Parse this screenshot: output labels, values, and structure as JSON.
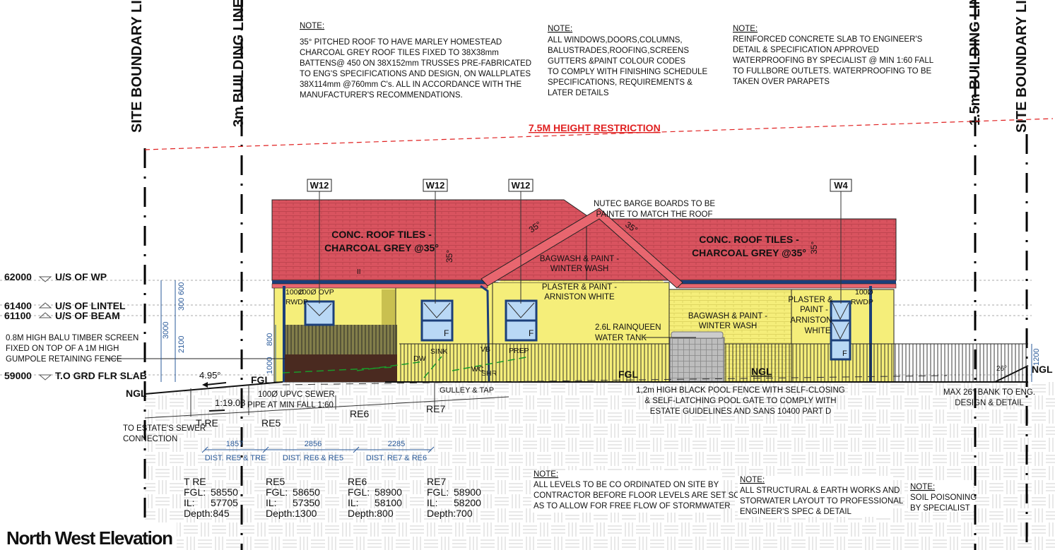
{
  "title": "North West Elevation",
  "boundary_labels": {
    "left_site": "SITE BOUNDARY LINE",
    "left_building": "3m BUILDING LINE",
    "right_building": "1.5m BUILDING LINE",
    "right_site": "SITE BOUNDARY LINE"
  },
  "height_restriction": "7.5M HEIGHT RESTRICTION",
  "top_notes": [
    {
      "heading": "NOTE:",
      "lines": [
        "35° PITCHED ROOF TO HAVE MARLEY HOMESTEAD",
        "CHARCOAL GREY ROOF TILES FIXED TO 38X38mm",
        "BATTENS@ 450 ON 38X152mm TRUSSES PRE-FABRICATED",
        "TO ENG'S SPECIFICATIONS AND DESIGN, ON WALLPLATES",
        "38X114mm @760mm C's.  ALL IN ACCORDANCE WITH THE",
        "MANUFACTURER'S RECOMMENDATIONS."
      ]
    },
    {
      "heading": "NOTE:",
      "lines": [
        "ALL WINDOWS,DOORS,COLUMNS,",
        "BALUSTRADES,ROOFING,SCREENS",
        "GUTTERS &PAINT COLOUR CODES",
        "TO COMPLY WITH FINISHING SCHEDULE",
        "SPECIFICATIONS,  REQUIREMENTS &",
        "LATER DETAILS"
      ]
    },
    {
      "heading": "NOTE:",
      "lines": [
        "REINFORCED CONCRETE SLAB TO ENGINEER'S",
        "DETAIL & SPECIFICATION APPROVED",
        "WATERPROOFING BY SPECIALIST @ MIN 1:60 FALL",
        "TO FULLBORE OUTLETS. WATERPROOFING TO BE",
        "TAKEN OVER PARAPETS"
      ]
    }
  ],
  "bottom_notes": [
    {
      "heading": "NOTE:",
      "lines": [
        "ALL LEVELS TO BE CO ORDINATED ON SITE BY",
        "CONTRACTOR BEFORE FLOOR LEVELS ARE SET SO",
        "AS TO ALLOW FOR FREE FLOW OF STORMWATER"
      ]
    },
    {
      "heading": "NOTE:",
      "lines": [
        "ALL STRUCTURAL & EARTH WORKS AND",
        "STORWATER LAYOUT TO PROFESSIONAL",
        "ENGINEER'S SPEC & DETAIL"
      ]
    },
    {
      "heading": "NOTE:",
      "lines": [
        "SOIL POISONING",
        "BY SPECIALIST"
      ]
    }
  ],
  "levels": [
    {
      "value": "62000",
      "label": "U/S OF WP"
    },
    {
      "value": "61400",
      "label": "U/S OF LINTEL"
    },
    {
      "value": "61100",
      "label": "U/S OF BEAM"
    },
    {
      "value": "59000",
      "label": "T.O GRD FLR SLAB"
    }
  ],
  "window_tags": [
    "W12",
    "W12",
    "W12",
    "W4"
  ],
  "roof_labels": {
    "left": [
      "CONC. ROOF TILES -",
      "CHARCOAL GREY @35°"
    ],
    "right": [
      "CONC. ROOF TILES -",
      "CHARCOAL GREY @35°"
    ],
    "pitch": "35°",
    "barge": [
      "NUTEC BARGE BOARDS TO BE",
      "PAINTE TO MATCH THE ROOF"
    ]
  },
  "wall_labels": {
    "gable": [
      "BAGWASH & PAINT -",
      "WINTER WASH"
    ],
    "mid": [
      "PLASTER & PAINT -",
      "ARNISTON WHITE"
    ],
    "right": [
      "BAGWASH & PAINT -",
      "WINTER WASH"
    ],
    "far_right": [
      "PLASTER &",
      "PAINT -",
      "ARNISTON",
      "WHITE"
    ],
    "tank": [
      "2.6L RAINQUEEN",
      "WATER TANK"
    ]
  },
  "fixtures": {
    "rwdp_left": [
      "100Ø",
      "RWDP"
    ],
    "ovp": "100Ø OVP",
    "rwdp_right": [
      "100Ø",
      "RWDP"
    ],
    "sink": "SINK",
    "dw": "DW",
    "vb": "VB",
    "wc": "WC",
    "shr": "SHR",
    "prep": "PREP",
    "gulley": "GULLEY & TAP",
    "window_f": "F",
    "ii": "II"
  },
  "site_labels": {
    "screen": [
      "0.8M HIGH BALU TIMBER SCREEN",
      "FIXED ON TOP OF A 1M HIGH",
      "GUMPOLE RETAINING FENCE"
    ],
    "slope_angle": "4.95°",
    "fgl": "FGL",
    "ngl": "NGL",
    "fall": "1:19.08",
    "sewer": [
      "100Ø UPVC SEWER",
      "PIPE AT MIN FALL 1:60"
    ],
    "estate": [
      "TO ESTATE'S SEWER",
      "CONNECTION"
    ],
    "t_re": "T-RE",
    "re5": "RE5",
    "re6": "RE6",
    "re7": "RE7",
    "pool_fence": [
      "1,2m HIGH BLACK POOL FENCE WITH SELF-CLOSING",
      "& SELF-LATCHING POOL GATE TO COMPLY WITH",
      "ESTATE GUIDELINES AND SANS 10400 PART D"
    ],
    "bank": [
      "MAX 26° BANK TO ENG.",
      "DESIGN & DETAIL"
    ],
    "bank_angle": "26°"
  },
  "dimensions": {
    "vertical": [
      "3000",
      "2100",
      "300",
      "600",
      "800",
      "1000",
      "1200"
    ],
    "horizontal": [
      {
        "value": "1857",
        "label": "DIST. RE5 & TRE"
      },
      {
        "value": "2856",
        "label": "DIST. RE6 & RE5"
      },
      {
        "value": "2285",
        "label": "DIST.  RE7 & RE6"
      }
    ]
  },
  "manholes": [
    {
      "name": "T RE",
      "fgl": "58550",
      "il": "57705",
      "depth": "Depth:845"
    },
    {
      "name": "RE5",
      "fgl": "58650",
      "il": "57350",
      "depth": "Depth:1300"
    },
    {
      "name": "RE6",
      "fgl": "58900",
      "il": "58100",
      "depth": "Depth:800"
    },
    {
      "name": "RE7",
      "fgl": "58900",
      "il": "58200",
      "depth": "Depth:700"
    }
  ],
  "manhole_keys": {
    "fgl": "FGL:",
    "il": "IL:"
  },
  "colors": {
    "roof": "#d9535f",
    "wall": "#f5ee7a",
    "window": "#b9d8f5",
    "frame": "#1c3f7a",
    "restriction": "#e02020",
    "dimension": "#2a5a9a"
  }
}
